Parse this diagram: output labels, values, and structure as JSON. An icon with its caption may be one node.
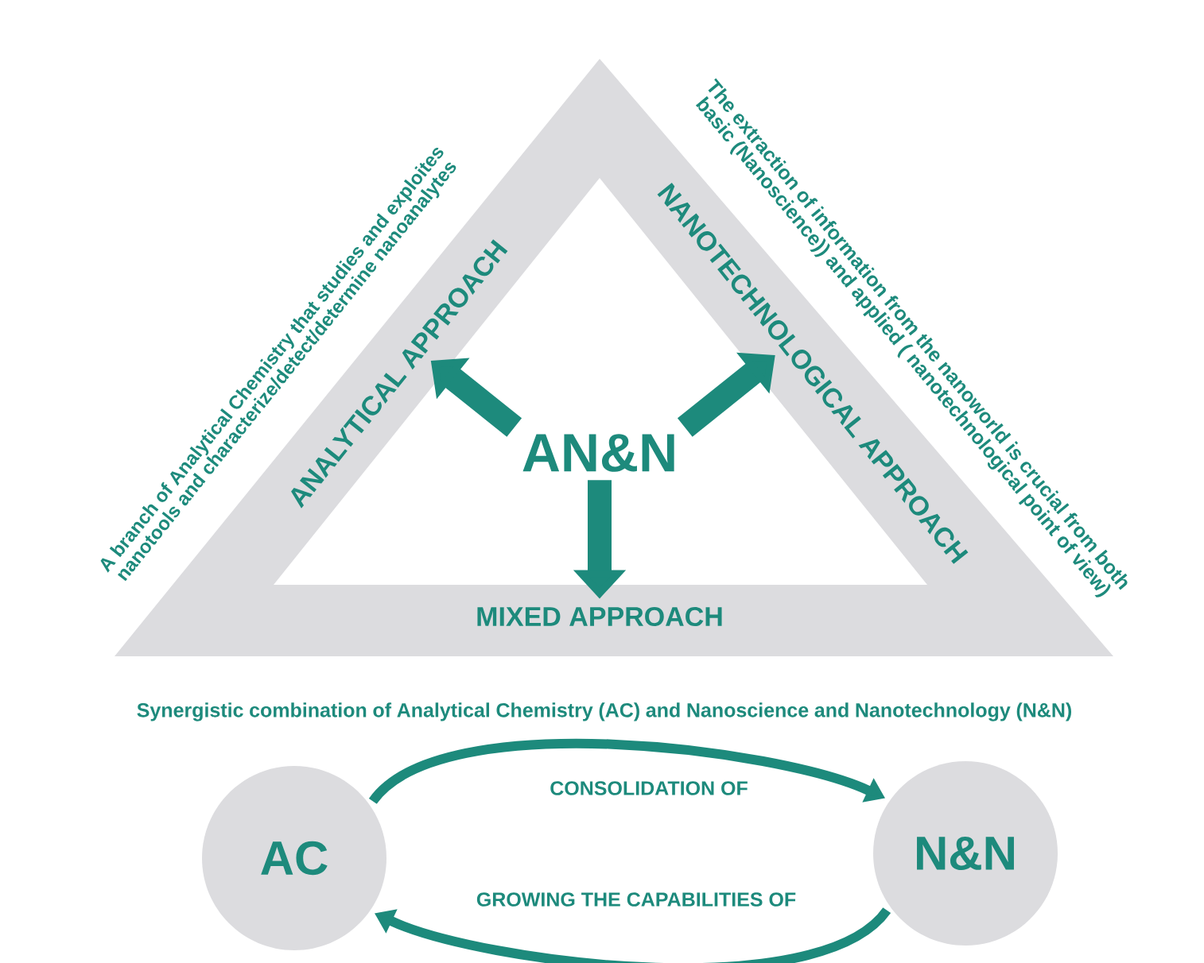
{
  "diagram": {
    "nodes": [
      {
        "text": [
          "AN&N"
        ]
      },
      {
        "text": [
          "ANALYTICAL APPROACH"
        ],
        "beside": [
          "A branch of Analytical Chemistry that studies and exploites nanotools and characterize/detect/determine nanoanalytes"
        ]
      },
      {
        "text": [
          "NANOTECHNOLOGICAL APPROACH"
        ],
        "beside": [
          "The extraction of information from the nanoworld is crucial from both basic (Nanoscience)) and applied ( nanotechnological  point of view)"
        ]
      },
      {
        "text": [
          "MIXED APPROACH"
        ]
      },
      {
        "text": [
          "AC"
        ]
      },
      {
        "text": [
          "N&N"
        ]
      }
    ],
    "edges": [
      {
        "from": 0,
        "to": 1,
        "arrow": "to"
      },
      {
        "from": 0,
        "to": 2,
        "arrow": "to"
      },
      {
        "from": 0,
        "to": 3,
        "arrow": "to"
      },
      {
        "from": 4,
        "to": 5,
        "arrow": "to",
        "label": "CONSOLIDATION OF"
      },
      {
        "from": 5,
        "to": 4,
        "arrow": "to",
        "label": "GROWING THE CAPABILITIES OF"
      }
    ],
    "labels": [
      "Synergistic combination of Analytical Chemistry (AC) and Nanoscience and Nanotechnology (N&N)"
    ]
  }
}
